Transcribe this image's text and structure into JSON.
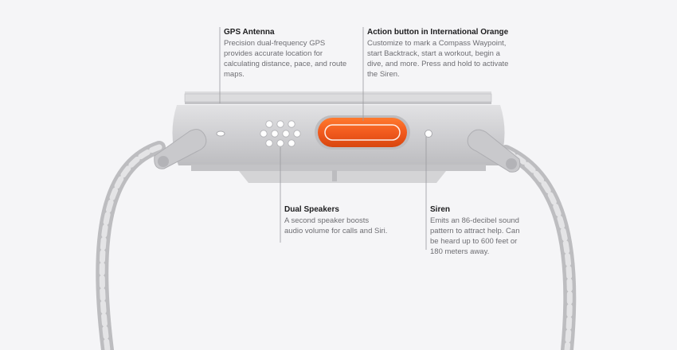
{
  "callouts": {
    "gps": {
      "title": "GPS Antenna",
      "body": "Precision dual-frequency GPS provides accurate location for calculating distance, pace, and route maps."
    },
    "action": {
      "title": "Action button in International Orange",
      "body": "Customize to mark a Compass Waypoint, start Backtrack, start a workout, begin a dive, and more. Press and hold to activate the Siren."
    },
    "speakers": {
      "title": "Dual Speakers",
      "body": "A second speaker boosts audio volume for calls and Siri."
    },
    "siren": {
      "title": "Siren",
      "body": "Emits an 86-decibel sound pattern to attract help. Can be heard up to 600 feet or 180 meters away."
    }
  },
  "colors": {
    "background": "#f5f5f7",
    "case": "#d2d2d4",
    "case_dark": "#b9b9bc",
    "band": "#c8c8ca",
    "action_orange": "#f15a1e",
    "leader_line": "#9a9a9e"
  }
}
